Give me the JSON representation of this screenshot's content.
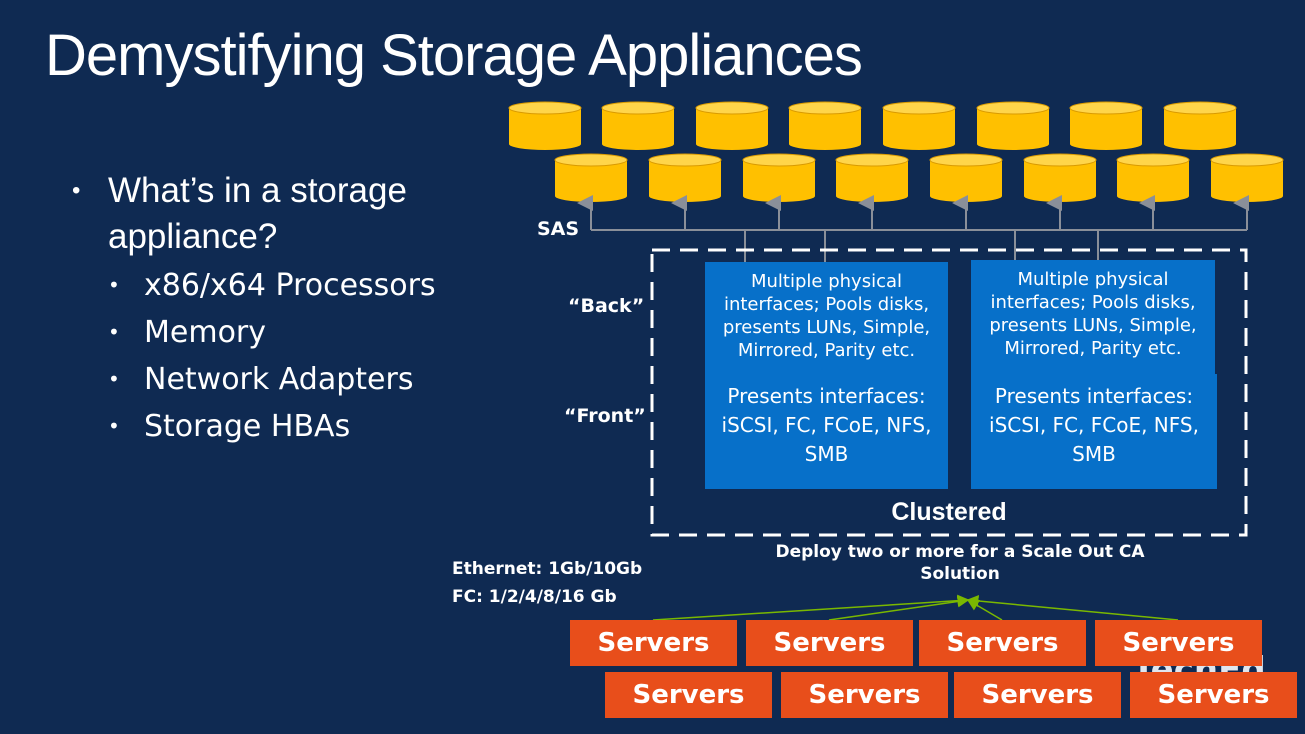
{
  "title": "Demystifying Storage Appliances",
  "bullets": {
    "main": "What’s in a storage appliance?",
    "items": [
      "x86/x64 Processors",
      "Memory",
      "Network Adapters",
      "Storage HBAs"
    ]
  },
  "labels": {
    "sas": "SAS",
    "back": "“Back”",
    "front": "“Front”",
    "clustered": "Clustered",
    "deploy": "Deploy two or more for a Scale Out CA Solution",
    "ethernet": "Ethernet: 1Gb/10Gb",
    "fc": "FC: 1/2/4/8/16 Gb"
  },
  "controllers": [
    {
      "back": "Multiple physical interfaces; Pools disks, presents LUNs, Simple, Mirrored, Parity etc.",
      "front": "Presents interfaces: iSCSI, FC, FCoE, NFS, SMB"
    },
    {
      "back": "Multiple physical interfaces; Pools disks, presents LUNs, Simple, Mirrored, Parity etc.",
      "front": "Presents interfaces: iSCSI, FC, FCoE, NFS, SMB"
    }
  ],
  "servers": [
    "Servers",
    "Servers",
    "Servers",
    "Servers",
    "Servers",
    "Servers",
    "Servers",
    "Servers"
  ],
  "watermark": "TechEd",
  "colors": {
    "background": "#0f2a52",
    "disk": "#ffc000",
    "controller": "#0770c9",
    "server": "#e84e1b",
    "arrow_green": "#7ab800"
  }
}
